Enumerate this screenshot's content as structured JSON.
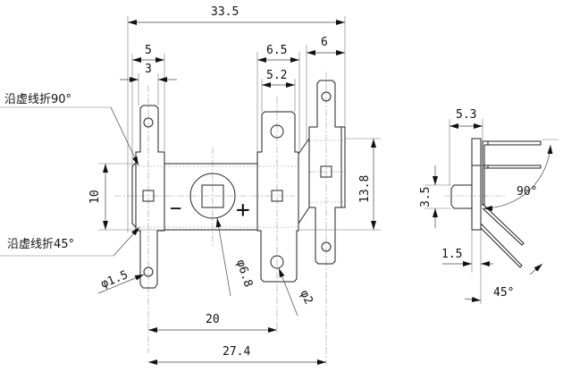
{
  "front_view": {
    "dims": {
      "overall_width": "33.5",
      "left_tab_outer": "5",
      "left_tab_inner": "3",
      "mid_tab_outer": "6.5",
      "mid_tab_inner": "5.2",
      "right_tab": "6",
      "body_height": "10",
      "right_height": "13.8",
      "pitch_20": "20",
      "pitch_27_4": "27.4"
    },
    "holes": {
      "small": "φ1.5",
      "center": "φ6.8",
      "mid": "φ2"
    },
    "notes": {
      "fold_90": "沿虚线折90°",
      "fold_45": "沿虚线折45°"
    },
    "polarity": {
      "minus": "−",
      "plus": "+"
    }
  },
  "side_view": {
    "dims": {
      "depth": "5.3",
      "boss": "3.5",
      "thickness": "1.5",
      "angle_90": "90°",
      "angle_45": "45°"
    }
  }
}
